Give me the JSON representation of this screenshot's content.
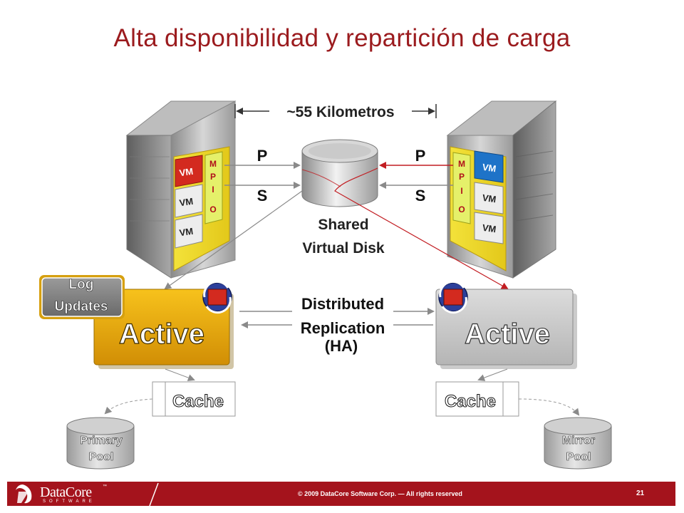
{
  "slide": {
    "title": "Alta disponibilidad y repartición de carga",
    "page_number": "21",
    "copyright": "© 2009 DataCore Software Corp. — All rights reserved"
  },
  "logo": {
    "name": "DataCore",
    "tm": "™",
    "sub": "SOFTWARE"
  },
  "distance_label": "~55 Kilometros",
  "servers": {
    "left": {
      "vm_labels": [
        "VM",
        "VM",
        "VM"
      ],
      "mpio_letters": [
        "M",
        "P",
        "I",
        "O"
      ],
      "active_vm_color": "#d32a1f"
    },
    "right": {
      "vm_labels": [
        "VM",
        "VM",
        "VM"
      ],
      "mpio_letters": [
        "M",
        "P",
        "I",
        "O"
      ],
      "active_vm_color": "#1e73c8"
    }
  },
  "paths": {
    "left_p": "P",
    "left_s": "S",
    "right_p": "P",
    "right_s": "S"
  },
  "shared_disk": {
    "line1": "Shared",
    "line2": "Virtual Disk"
  },
  "replication": {
    "line1": "Distributed",
    "line2": "Replication",
    "line3": "(HA)"
  },
  "nodes": {
    "left": {
      "label": "Active",
      "color": "#e3a008"
    },
    "right": {
      "label": "Active",
      "color": "#c8c8c8"
    }
  },
  "log_updates": {
    "line1": "Log",
    "line2": "Updates"
  },
  "cache": {
    "left": "Cache",
    "right": "Cache"
  },
  "pools": {
    "left": {
      "line1": "Primary",
      "line2": "Pool"
    },
    "right": {
      "line1": "Mirror",
      "line2": "Pool"
    }
  },
  "colors": {
    "accent_red": "#9b1b1e",
    "footer": "#a4131c",
    "mpio_yellow": "#f5e642"
  }
}
